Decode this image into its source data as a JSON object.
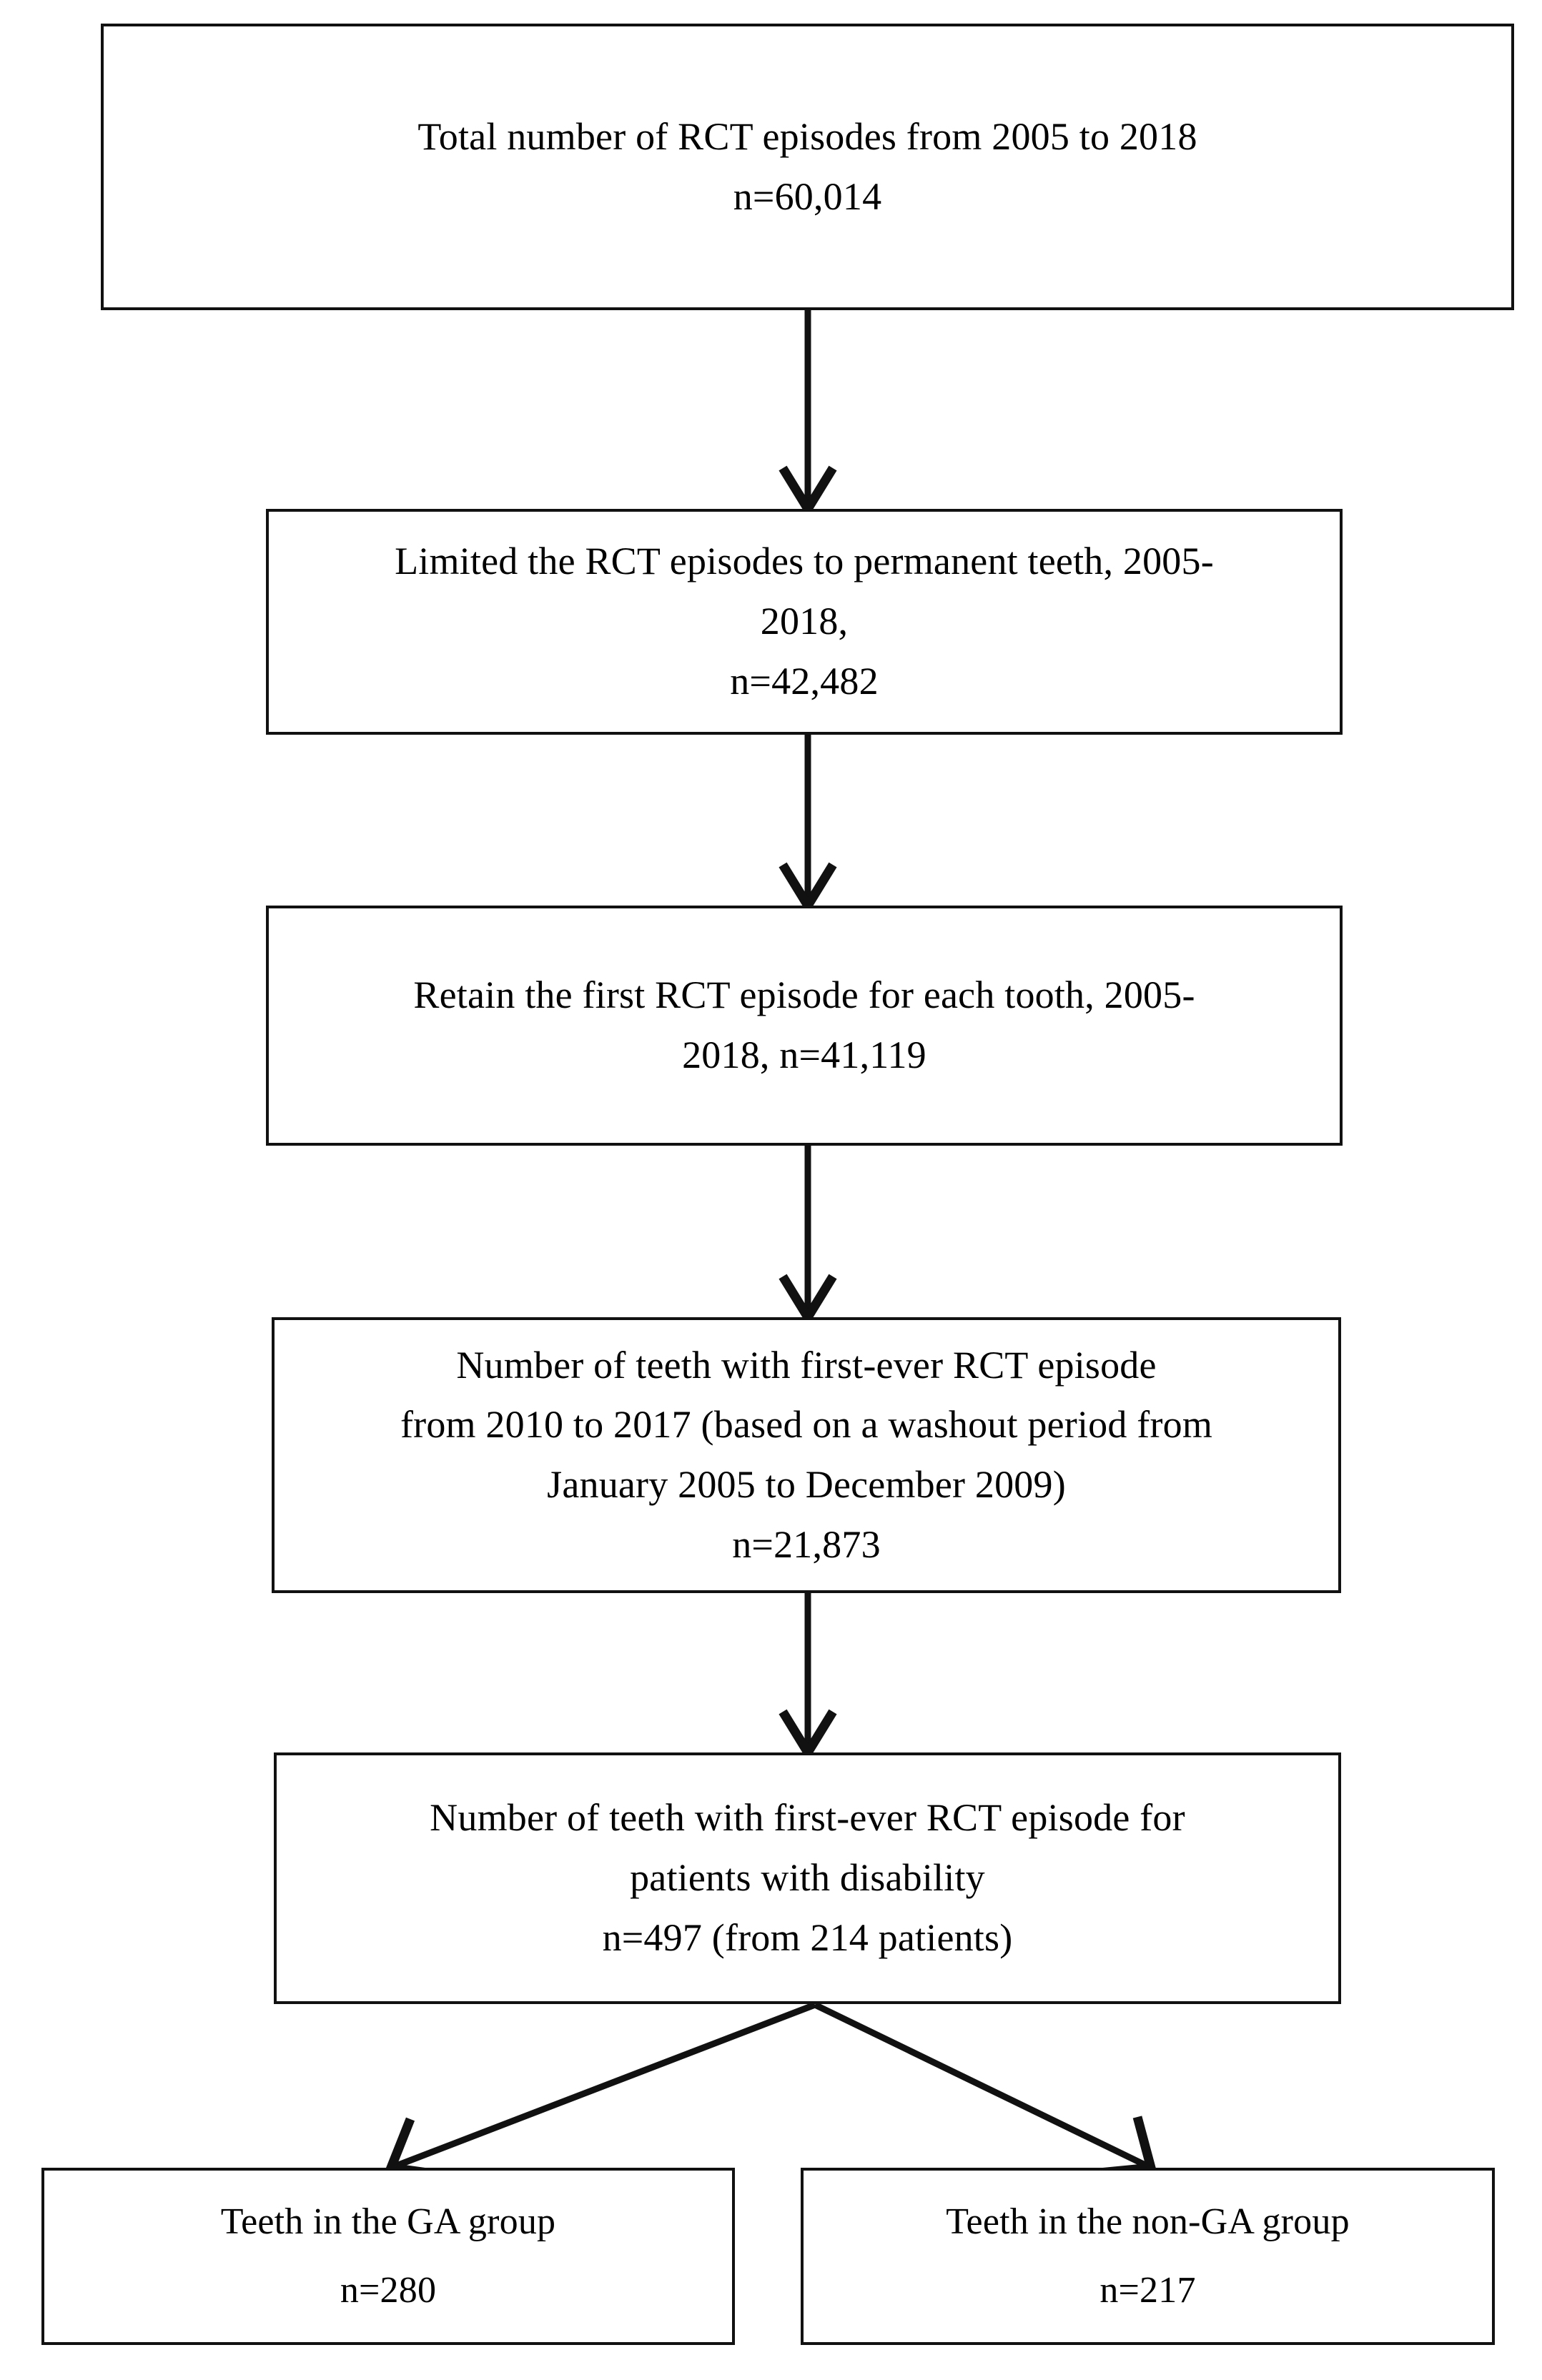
{
  "diagram": {
    "title": "Study flowchart of RCT episodes",
    "type": "flowchart",
    "orientation": "top-to-bottom",
    "background_color": "#ffffff",
    "border_color": "#111111",
    "text_color": "#000000"
  },
  "nodes": [
    {
      "id": "total-episodes",
      "name": "Total number of RCT episodes",
      "lines": [
        "Total number of RCT episodes from 2005 to 2018",
        "n=60,014"
      ],
      "count": "60,014"
    },
    {
      "id": "permanent-teeth",
      "name": "Limited to permanent teeth",
      "lines": [
        "Limited the RCT episodes to permanent teeth, 2005-",
        "2018,",
        "n=42,482"
      ],
      "count": "42,482"
    },
    {
      "id": "first-episode-per-tooth",
      "name": "Retain first RCT episode per tooth",
      "lines": [
        "Retain the first RCT episode for each tooth, 2005-",
        "2018, n=41,119"
      ],
      "count": "41,119"
    },
    {
      "id": "first-ever-2010-2017",
      "name": "First-ever RCT episode 2010 to 2017",
      "lines": [
        "Number of teeth with first-ever RCT episode",
        "from 2010 to 2017 (based on a washout period from",
        "January 2005 to December 2009)",
        "n=21,873"
      ],
      "count": "21,873"
    },
    {
      "id": "patients-with-disability",
      "name": "First-ever RCT episode for patients with disability",
      "lines": [
        "Number of teeth with first-ever RCT episode for",
        "patients with disability",
        "n=497 (from 214 patients)"
      ],
      "count": "497",
      "patients": "214"
    },
    {
      "id": "ga-group",
      "name": "Teeth in the GA group",
      "lines": [
        "Teeth in the GA group",
        "n=280"
      ],
      "count": "280"
    },
    {
      "id": "non-ga-group",
      "name": "Teeth in the non-GA group",
      "lines": [
        "Teeth in the non-GA group",
        "n=217"
      ],
      "count": "217"
    }
  ],
  "connectors": [
    {
      "id": "arrow-1-2",
      "from": "total-episodes",
      "to": "permanent-teeth",
      "style": "straight-down-arrow"
    },
    {
      "id": "arrow-2-3",
      "from": "permanent-teeth",
      "to": "first-episode-per-tooth",
      "style": "straight-down-arrow"
    },
    {
      "id": "arrow-3-4",
      "from": "first-episode-per-tooth",
      "to": "first-ever-2010-2017",
      "style": "straight-down-arrow"
    },
    {
      "id": "arrow-4-5",
      "from": "first-ever-2010-2017",
      "to": "patients-with-disability",
      "style": "straight-down-arrow"
    },
    {
      "id": "arrow-5-6",
      "from": "patients-with-disability",
      "to": "ga-group",
      "style": "diagonal-down-left-arrow"
    },
    {
      "id": "arrow-5-7",
      "from": "patients-with-disability",
      "to": "non-ga-group",
      "style": "diagonal-down-right-arrow"
    }
  ]
}
